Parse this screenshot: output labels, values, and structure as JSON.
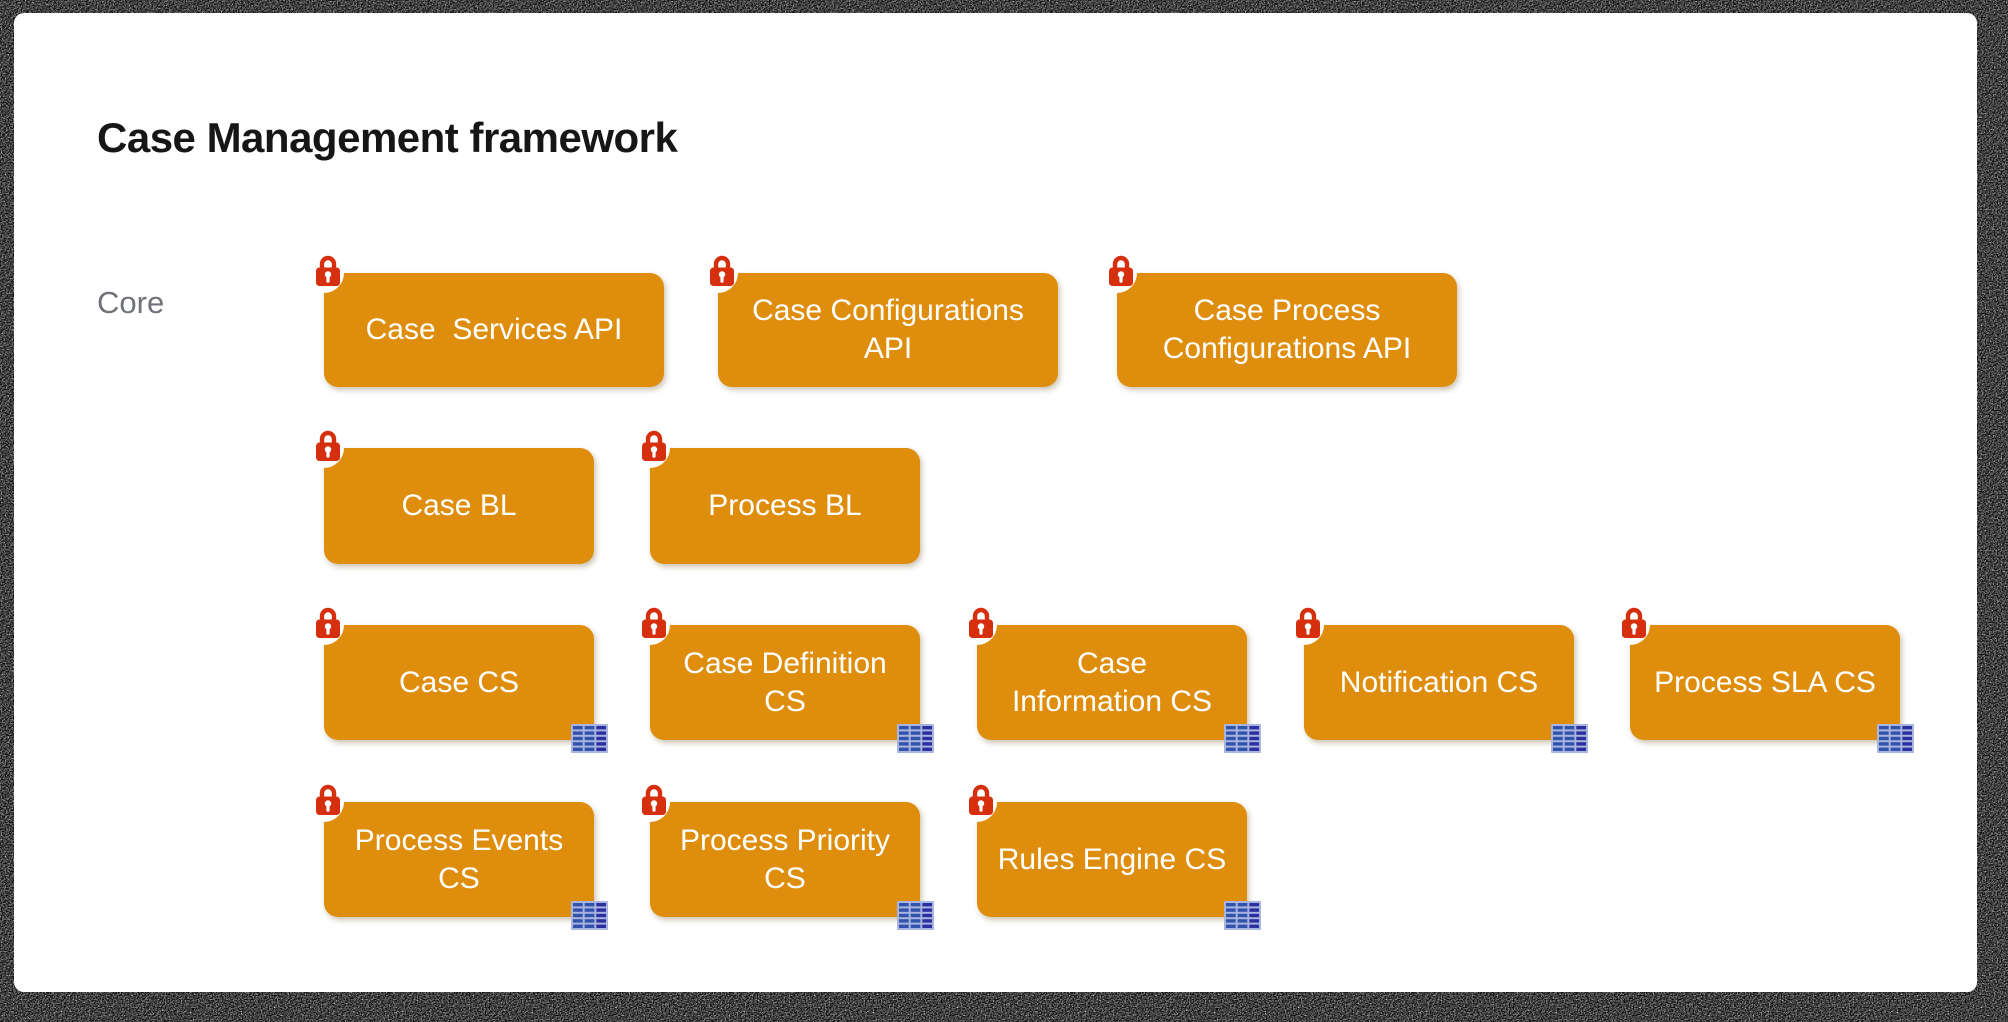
{
  "page": {
    "title": "Case Management framework",
    "group_label": "Core"
  },
  "icons": {
    "box_top_left": "lock-icon",
    "box_bottom_right": "table-icon"
  },
  "colors": {
    "card_bg": "#ffffff",
    "border_bg": "#000000",
    "title_text": "#161616",
    "group_label_text": "#6f7378",
    "box_fill": "#df8d0c",
    "box_text": "#ffffff",
    "lock_red": "#d62f0e",
    "table_cell_blue": "#3253ac",
    "table_cell_dark_blue": "#2b2f9f",
    "table_grid_line": "#a9b5df"
  },
  "rows": [
    {
      "name": "api-layer",
      "boxes": [
        {
          "label": "Case  Services API",
          "lock": true,
          "table_icon": false
        },
        {
          "label": "Case Configurations\nAPI",
          "lock": true,
          "table_icon": false
        },
        {
          "label": "Case Process\nConfigurations API",
          "lock": true,
          "table_icon": false
        }
      ]
    },
    {
      "name": "business-logic-layer",
      "boxes": [
        {
          "label": "Case BL",
          "lock": true,
          "table_icon": false
        },
        {
          "label": "Process BL",
          "lock": true,
          "table_icon": false
        }
      ]
    },
    {
      "name": "core-services-row-1",
      "boxes": [
        {
          "label": "Case CS",
          "lock": true,
          "table_icon": true
        },
        {
          "label": "Case Definition\nCS",
          "lock": true,
          "table_icon": true
        },
        {
          "label": "Case\nInformation CS",
          "lock": true,
          "table_icon": true
        },
        {
          "label": "Notification CS",
          "lock": true,
          "table_icon": true
        },
        {
          "label": "Process SLA CS",
          "lock": true,
          "table_icon": true
        }
      ]
    },
    {
      "name": "core-services-row-2",
      "boxes": [
        {
          "label": "Process Events\nCS",
          "lock": true,
          "table_icon": true
        },
        {
          "label": "Process Priority\nCS",
          "lock": true,
          "table_icon": true
        },
        {
          "label": "Rules Engine CS",
          "lock": true,
          "table_icon": true
        }
      ]
    }
  ]
}
